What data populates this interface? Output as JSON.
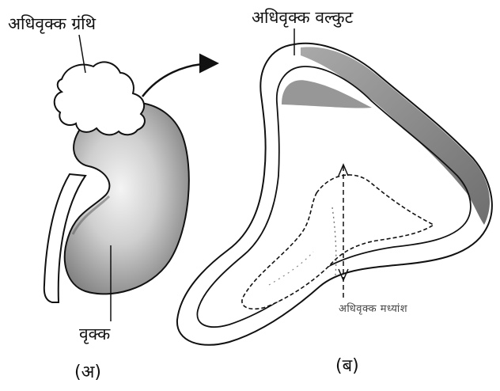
{
  "labels": {
    "adrenal_gland": "अधिवृक्क ग्रंथि",
    "adrenal_cortex": "अधिवृक्क वल्कुट",
    "adrenal_medulla": "अधिवृक्क मध्यांश",
    "kidney": "वृक्क",
    "part_a": "(अ)",
    "part_b": "(ब)"
  }
}
